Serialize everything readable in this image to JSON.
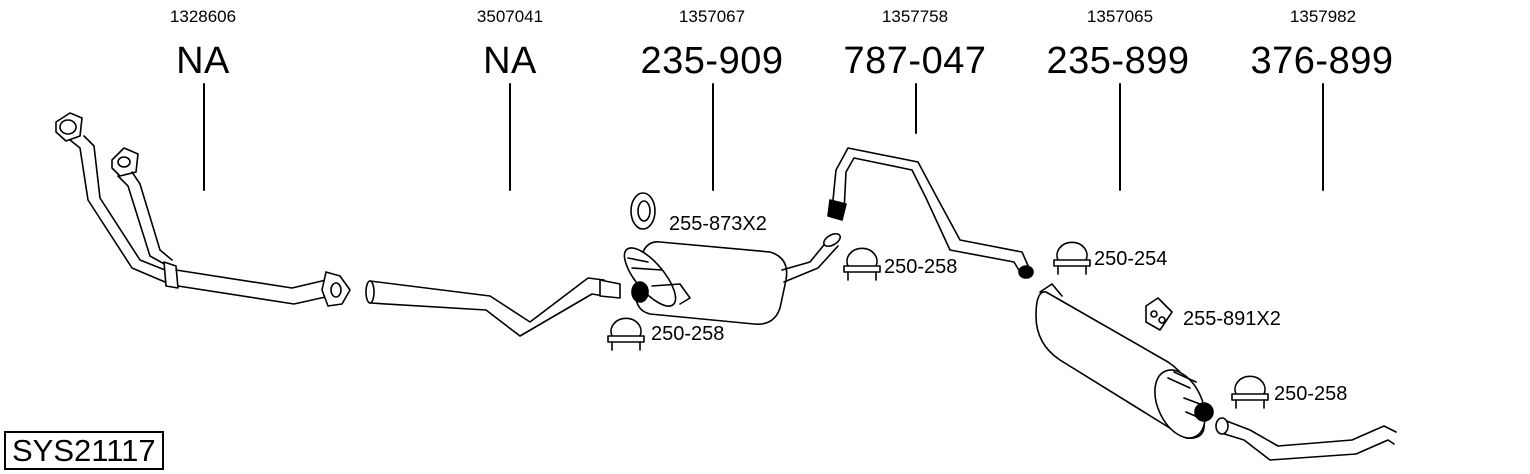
{
  "system_code": "SYS21117",
  "sections": [
    {
      "oem": "1328606",
      "part": "NA"
    },
    {
      "oem": "3507041",
      "part": "NA"
    },
    {
      "oem": "1357067",
      "part": "235-909"
    },
    {
      "oem": "1357758",
      "part": "787-047"
    },
    {
      "oem": "1357065",
      "part": "235-899"
    },
    {
      "oem": "1357982",
      "part": "376-899"
    }
  ],
  "accessories": [
    {
      "label": "255-873X2"
    },
    {
      "label": "250-258"
    },
    {
      "label": "250-258"
    },
    {
      "label": "250-254"
    },
    {
      "label": "255-891X2"
    },
    {
      "label": "250-258"
    }
  ]
}
